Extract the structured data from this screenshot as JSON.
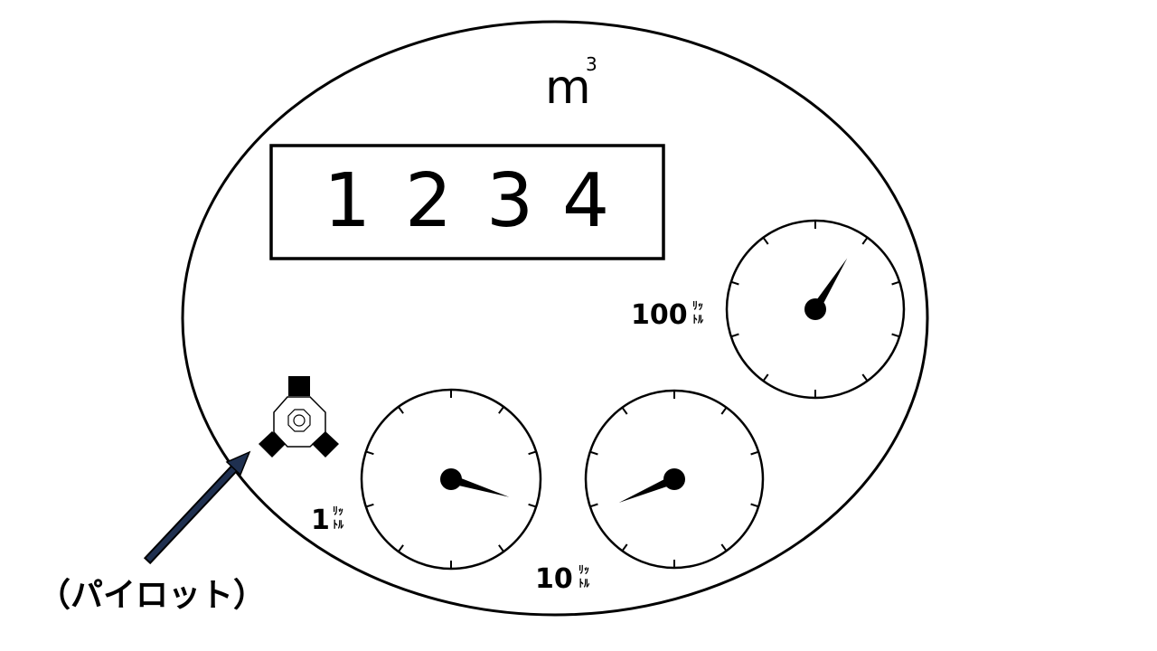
{
  "meter": {
    "unit_main": "m",
    "unit_exponent": "3",
    "digits": [
      "1",
      "2",
      "3",
      "4"
    ]
  },
  "dials": [
    {
      "id": "dial-100",
      "value": "100",
      "unit_top": "ﾘｯ",
      "unit_bottom": "ﾄﾙ",
      "needle_angle_deg": 32
    },
    {
      "id": "dial-1",
      "value": "1",
      "unit_top": "ﾘｯ",
      "unit_bottom": "ﾄﾙ",
      "needle_angle_deg": 107
    },
    {
      "id": "dial-10",
      "value": "10",
      "unit_top": "ﾘｯ",
      "unit_bottom": "ﾄﾙ",
      "needle_angle_deg": 247
    }
  ],
  "pilot": {
    "label": "（パイロット）"
  },
  "colors": {
    "ink": "#000000",
    "arrow_fill": "#1f3050",
    "background": "#ffffff"
  }
}
